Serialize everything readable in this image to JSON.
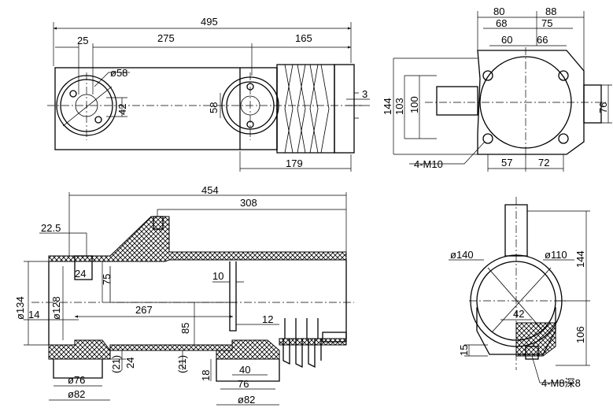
{
  "top_view": {
    "overall_length": "495",
    "left_offset": "25",
    "center_distance": "275",
    "right_length": "165",
    "diameter_left": "ø58",
    "vertical_42": "42",
    "vertical_58": "58",
    "right_dim_3": "3",
    "bottom_179": "179"
  },
  "end_view": {
    "w80": "80",
    "w88": "88",
    "w68": "68",
    "w75": "75",
    "w60": "60",
    "w66": "66",
    "h144": "144",
    "h103": "103",
    "h100": "100",
    "h76": "76",
    "bolts": "4-M10",
    "w57": "57",
    "w72": "72"
  },
  "section_view": {
    "overall_454": "454",
    "d308": "308",
    "d22_5": "22.5",
    "d24": "24",
    "d75": "75",
    "d10": "10",
    "dia134": "ø134",
    "dia128": "ø128",
    "d14": "14",
    "d267": "267",
    "d85": "85",
    "d12": "12",
    "d21a": "(21)",
    "d24b": "24",
    "d21b": "(21)",
    "d18": "18",
    "d40": "40",
    "dia76": "ø76",
    "dia82a": "ø82",
    "d76b": "76",
    "dia82b": "ø82"
  },
  "side_view": {
    "dia140": "ø140",
    "dia110": "ø110",
    "h144": "144",
    "d42": "42",
    "h106": "106",
    "d15": "15",
    "bolts": "4-M8深8"
  }
}
